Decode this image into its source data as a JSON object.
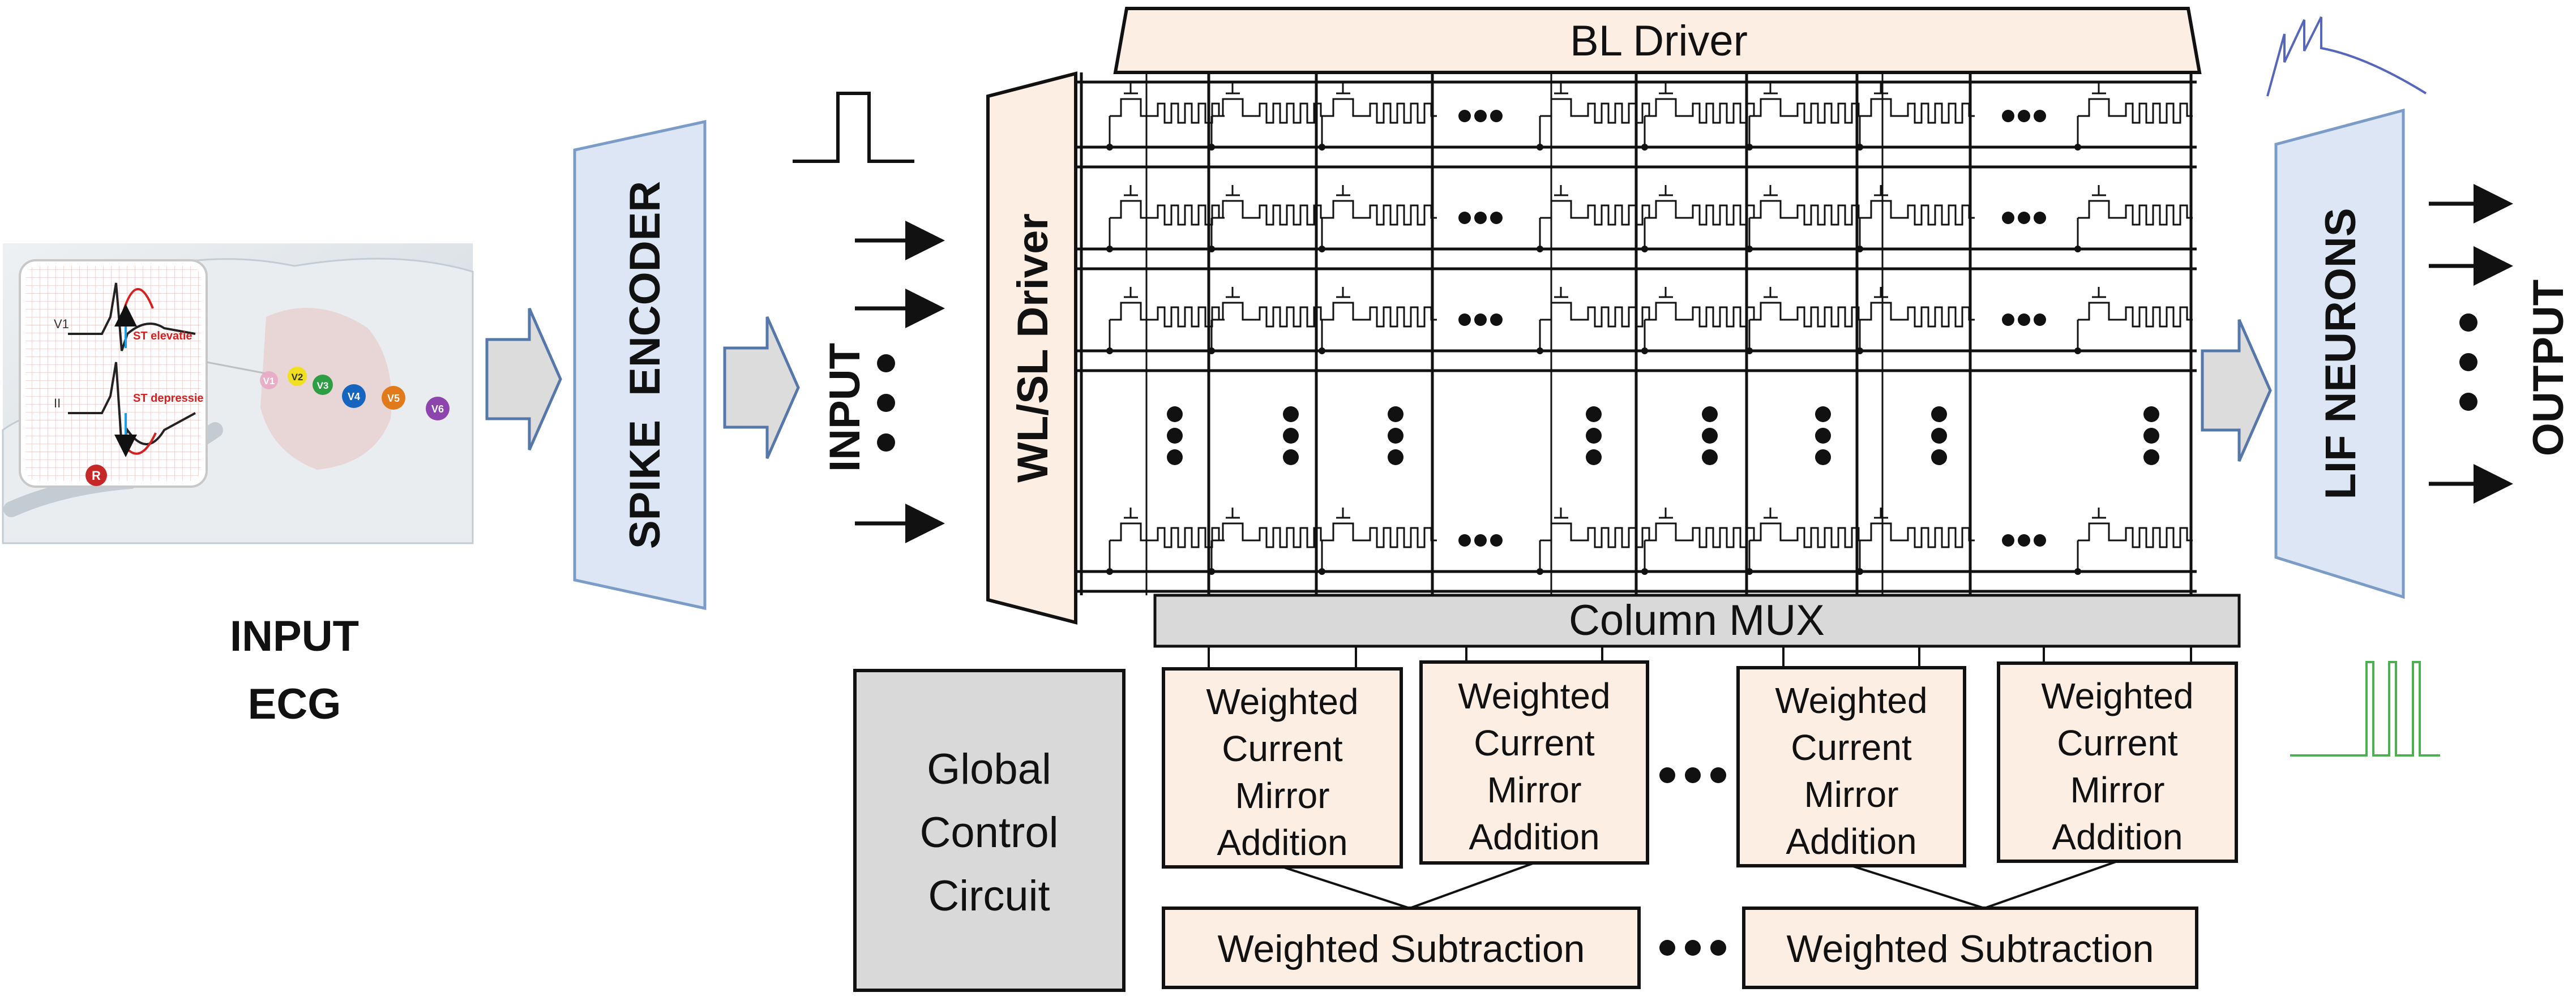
{
  "input_ecg": {
    "photo_labels": {
      "lead_v1": "V1",
      "lead_ii": "II",
      "st_elevation": "ST elevatie",
      "st_depression": "ST depressie",
      "electrode_r": "R",
      "electrode_v1": "V1",
      "electrode_v2": "V2",
      "electrode_v3": "V3",
      "electrode_v4": "V4",
      "electrode_v5": "V5",
      "electrode_v6": "V6"
    },
    "caption_line1": "INPUT",
    "caption_line2": "ECG"
  },
  "spike_encoder": {
    "label": "SPIKE  ENCODER"
  },
  "input_label": "INPUT",
  "wl_sl_driver": {
    "label": "WL/SL Driver"
  },
  "bl_driver": {
    "label": "BL Driver"
  },
  "column_mux": {
    "label": "Column MUX"
  },
  "lif_neurons": {
    "label": "LIF NEURONS"
  },
  "output_label": "OUTPUT",
  "global_control": {
    "line1": "Global",
    "line2": "Control",
    "line3": "Circuit"
  },
  "adders": [
    {
      "line1": "Weighted",
      "line2": "Current",
      "line3": "Mirror",
      "line4": "Addition"
    },
    {
      "line1": "Weighted",
      "line2": "Current",
      "line3": "Mirror",
      "line4": "Addition"
    },
    {
      "line1": "Weighted",
      "line2": "Current",
      "line3": "Mirror",
      "line4": "Addition"
    },
    {
      "line1": "Weighted",
      "line2": "Current",
      "line3": "Mirror",
      "line4": "Addition"
    }
  ],
  "subtractors": [
    {
      "label": "Weighted Subtraction"
    },
    {
      "label": "Weighted Subtraction"
    }
  ],
  "colors": {
    "peach": "#fdeee3",
    "encoder_blue": "#dce6f4",
    "encoder_border": "#7a9cc6",
    "gray_box": "#d9d9d9",
    "membrane_wave": "#5566bb",
    "spike_wave": "#4caf50",
    "line": "#111111"
  }
}
